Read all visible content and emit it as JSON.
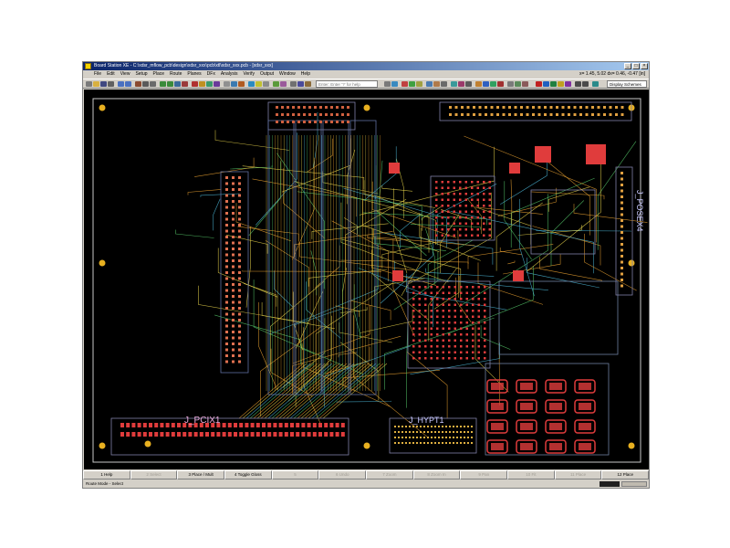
{
  "window": {
    "title": "Board Station XE - C:\\xdsr_mflow_pcb\\design\\xdsr_xxx\\pcb\\xtl\\xdsr_xxx.pcb - [xdsr_xxx]"
  },
  "menu": [
    "File",
    "Edit",
    "View",
    "Setup",
    "Place",
    "Route",
    "Planes",
    "DFx",
    "Analysis",
    "Verify",
    "Output",
    "Window",
    "Help"
  ],
  "coordinate_readout": "x= 1.45, 5.02  dx= 0.46, -0.47  [in]",
  "toolbar": {
    "command_placeholder": "Enter: Enter '?' for help",
    "display_scheme": "Display Schemes"
  },
  "function_keys": [
    "1 Help",
    "2 Select",
    "3 Place / Mult",
    "4 Toggle Gloss",
    "5",
    "6 Undo",
    "7 Zoom",
    "8 Zoom In",
    "9 Pan",
    "10 Fit",
    "11 Place",
    "12 Place"
  ],
  "status": {
    "mode": "Route Mode - Select"
  },
  "board": {
    "connector_labels": [
      "J_PCIX1",
      "J_HYPT1",
      "J_POSEX4"
    ]
  },
  "colors": {
    "canvas": "#000000",
    "board_outline": "#c8c8c8",
    "mount_hole": "#e8b020",
    "pad": "#e03c3c",
    "trace_orange": "#e8a030",
    "trace_yellow": "#e6d24a",
    "trace_cyan": "#4ab4d4",
    "trace_green": "#56c86a",
    "window_chrome": "#d4d0c8",
    "titlebar_start": "#0a246a",
    "titlebar_end": "#a6caf0"
  }
}
